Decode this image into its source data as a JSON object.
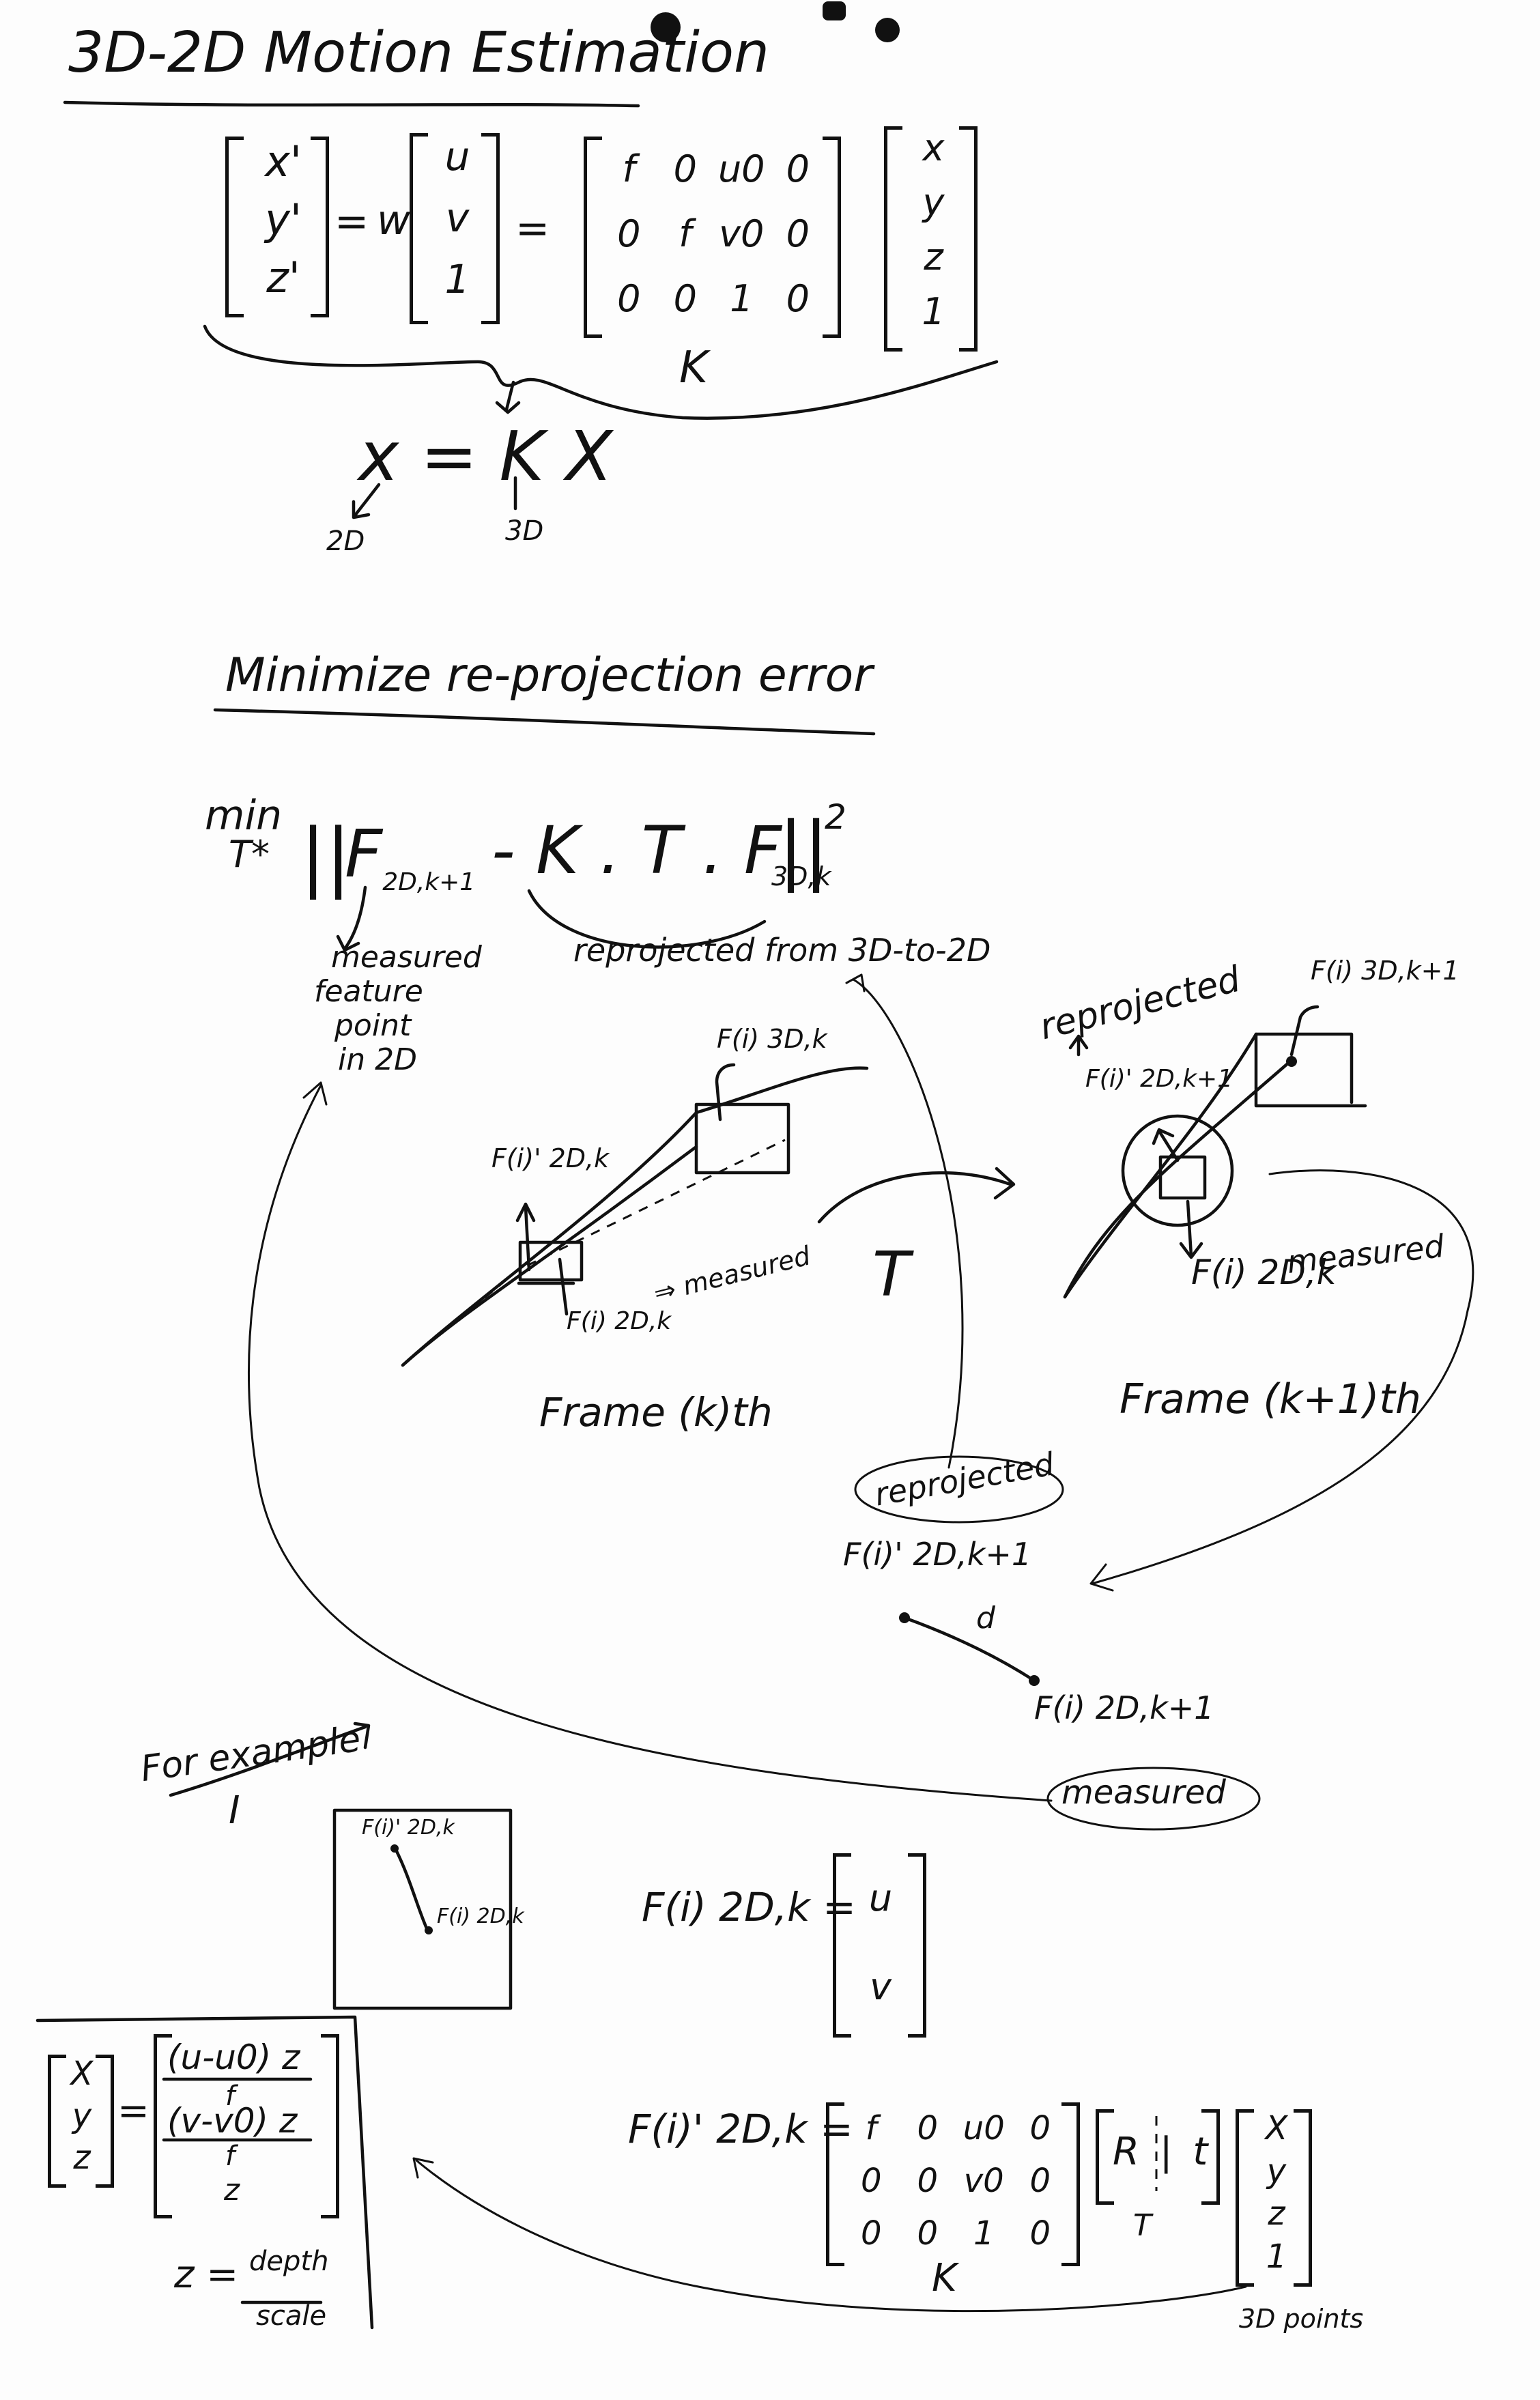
{
  "title": "3D-2D Motion Estimation",
  "section2_title": "Minimize re-projection error",
  "projection": {
    "lhs": [
      "x'",
      "y'",
      "z'"
    ],
    "eq": "=",
    "scale": "w",
    "uv": [
      "u",
      "v",
      "1"
    ],
    "K_matrix": [
      [
        "f",
        "0",
        "u0",
        "0"
      ],
      [
        "0",
        "f",
        "v0",
        "0"
      ],
      [
        "0",
        "0",
        "1",
        "0"
      ]
    ],
    "xyz": [
      "x",
      "y",
      "z",
      "1"
    ],
    "K_label": "K",
    "compact": "x = K X",
    "label_2d": "2D",
    "label_3d": "3D"
  },
  "objective": {
    "min": "min",
    "arg": "T*",
    "expr_f2d": "F",
    "expr_f2d_sub": "2D,k+1",
    "expr_mid": "- K . T . F",
    "expr_f3d_sub": "3D,k",
    "expr_sq": "2",
    "measured_note": [
      "measured",
      "feature",
      "point",
      "in 2D"
    ],
    "reprojected_note": "reprojected from 3D-to-2D"
  },
  "frame_k": {
    "label": "Frame (k)th",
    "f3d": "F(i) 3D,k",
    "f2d_prime": "F(i)' 2D,k",
    "f2d_measured": "F(i) 2D,k",
    "measured_word": "⇒ measured"
  },
  "transform_label": "T",
  "frame_k1": {
    "label": "Frame (k+1)th",
    "reprojected_word": "reprojected",
    "f3d": "F(i) 3D,k+1",
    "f2d_prime": "F(i)' 2D,k+1",
    "f2d_measured": "F(i) 2D,k",
    "measured_word": "measured"
  },
  "error_pair": {
    "reprojected_word": "reprojected",
    "reproj_label": "F(i)' 2D,k+1",
    "distance": "d",
    "measured_label": "F(i) 2D,k+1",
    "measured_word": "measured"
  },
  "example": {
    "heading": "For example",
    "image_label": "I",
    "p1": "F(i)' 2D,k",
    "p2": "F(i) 2D,k"
  },
  "uv_def": {
    "lhs": "F(i) 2D,k =",
    "vec": [
      "u",
      "v"
    ]
  },
  "backproj": {
    "lhs": [
      "X",
      "y",
      "z"
    ],
    "row1_num": "(u-u0) z",
    "row1_den": "f",
    "row2_num": "(v-v0) z",
    "row2_den": "f",
    "row3": "z",
    "depth_note_lhs": "z =",
    "depth_note_num": "depth",
    "depth_note_den": "scale"
  },
  "reproj_eq": {
    "lhs": "F(i)' 2D,k =",
    "K_matrix": [
      [
        "f",
        "0",
        "u0",
        "0"
      ],
      [
        "0",
        "0",
        "v0",
        "0"
      ],
      [
        "0",
        "0",
        "1",
        "0"
      ]
    ],
    "K_label": "K",
    "Rt": "R | t",
    "T_label": "T",
    "vec": [
      "X",
      "y",
      "z",
      "1"
    ],
    "points_label": "3D points"
  }
}
